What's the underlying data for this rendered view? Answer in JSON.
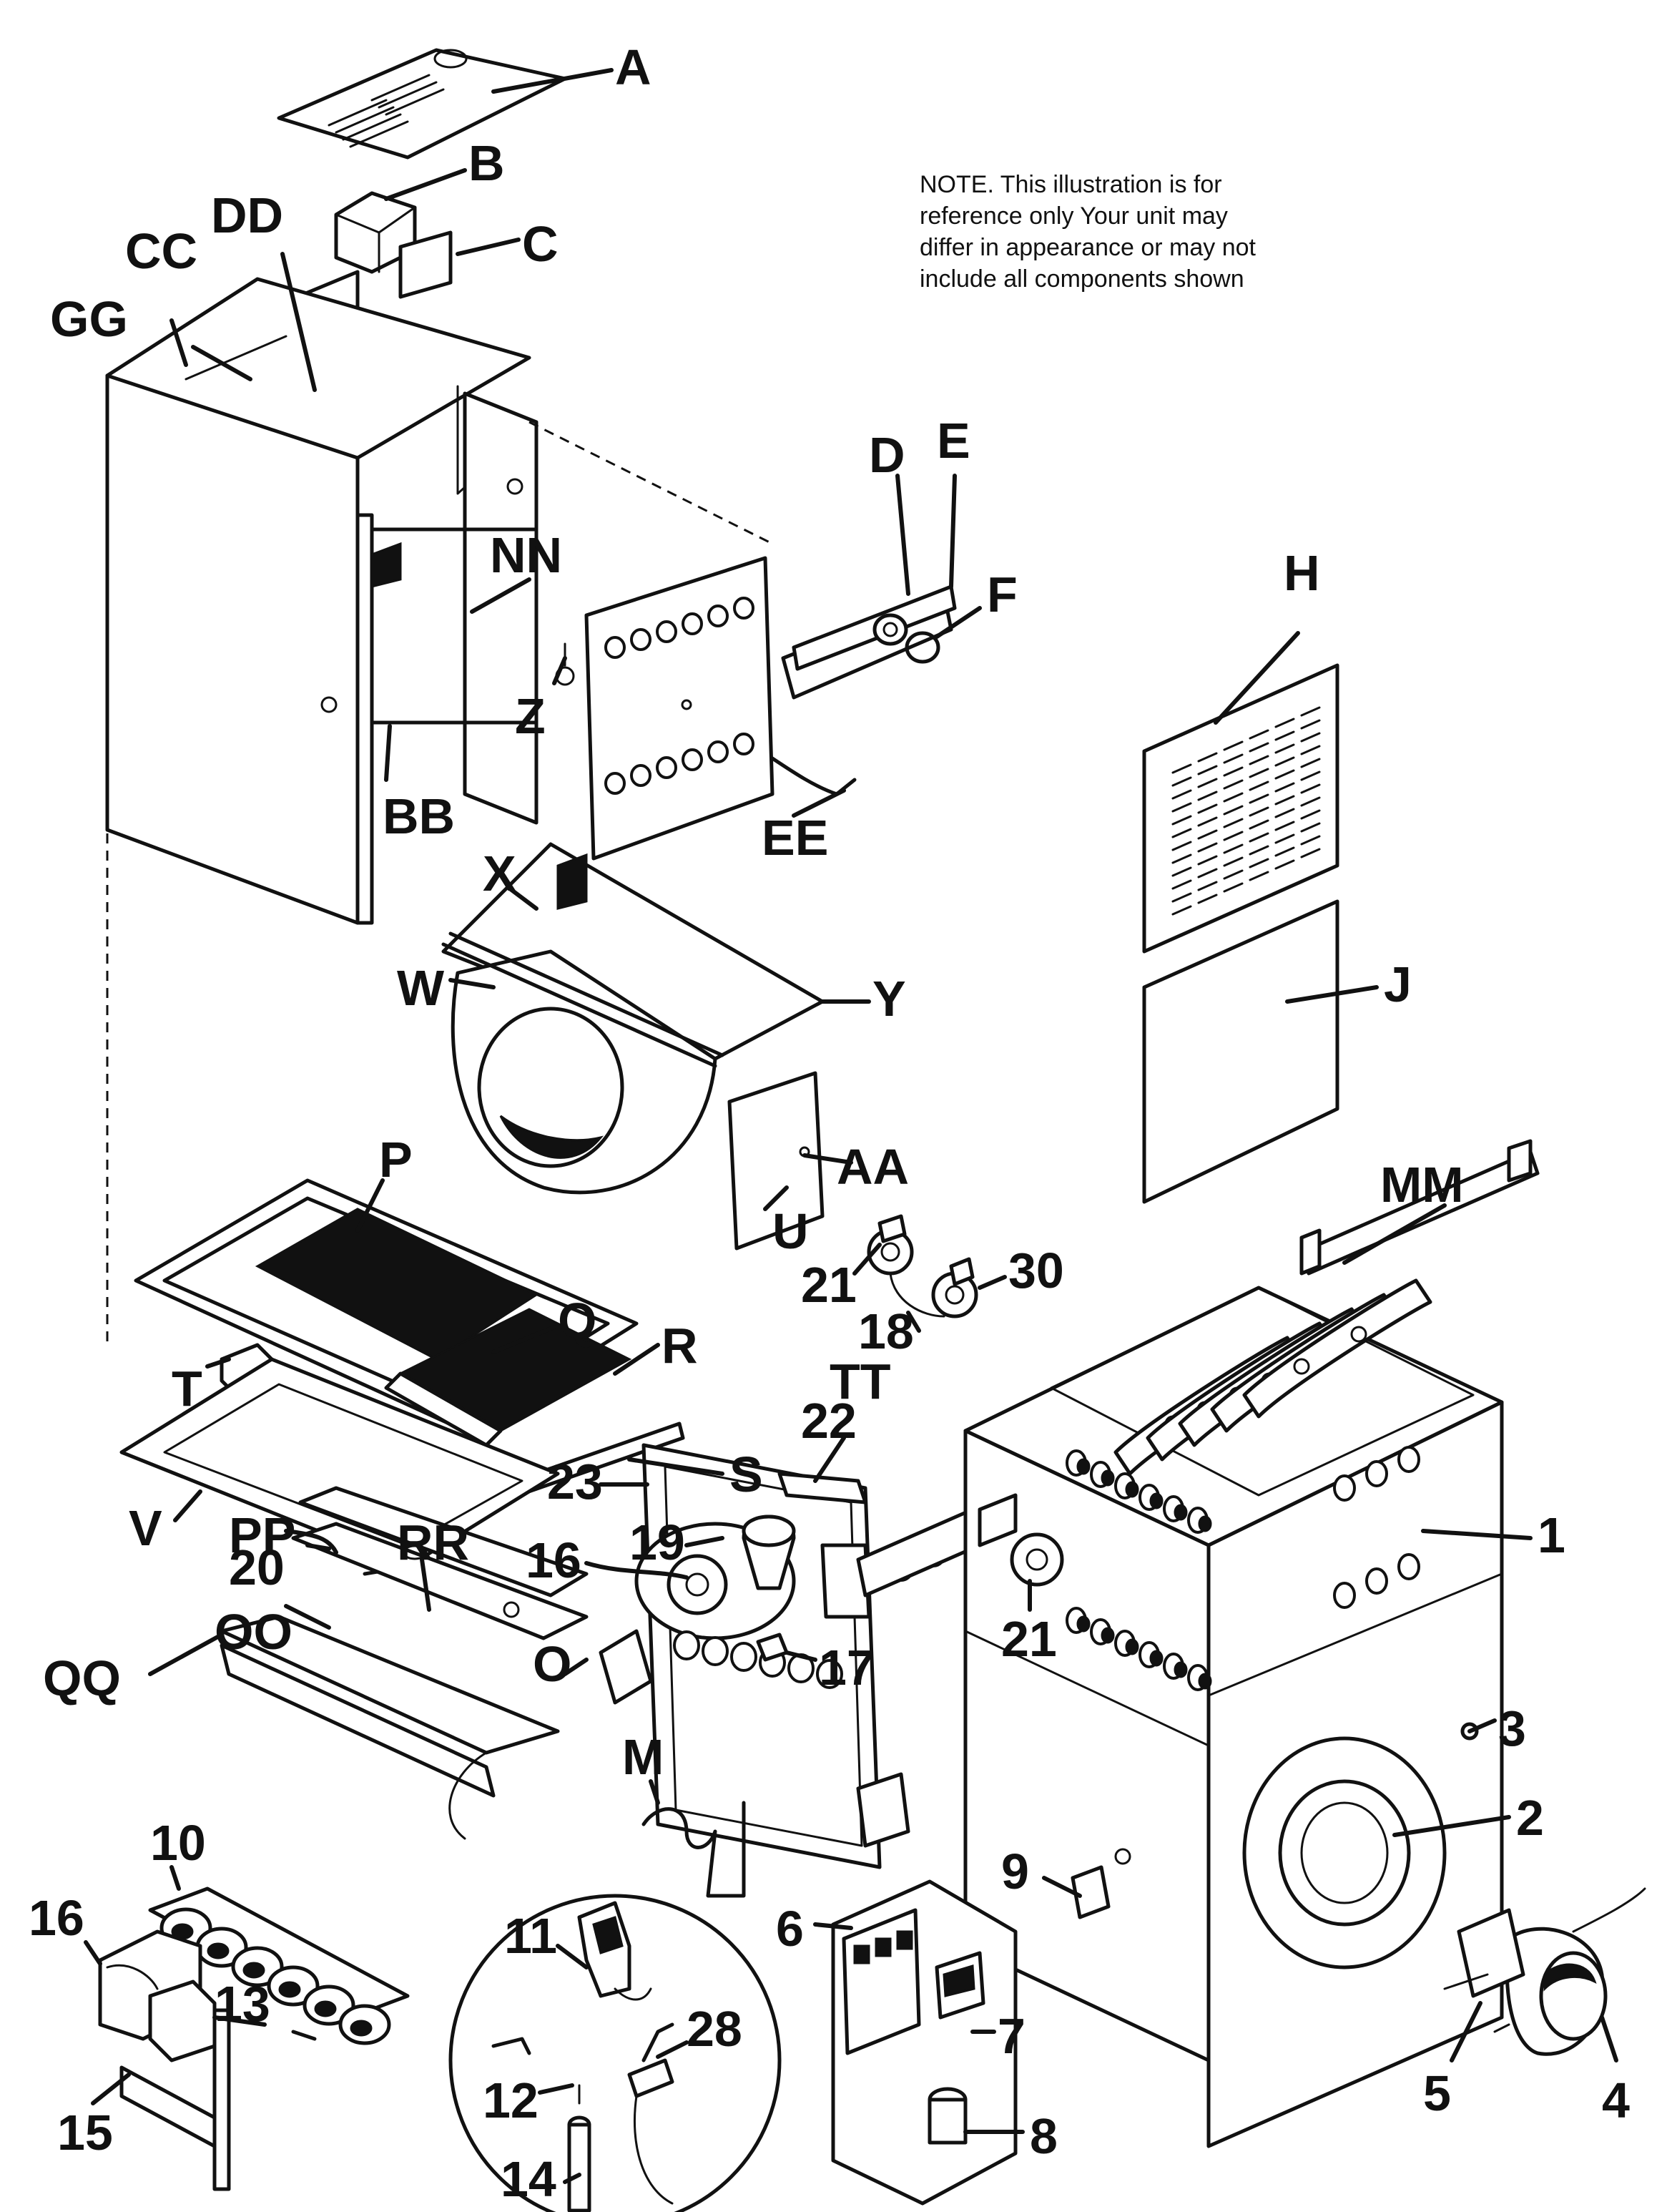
{
  "note": {
    "lines": [
      "NOTE.    This illustration is for",
      "reference only    Your unit may",
      "differ in appearance or may not",
      "include all components shown"
    ]
  },
  "labels": {
    "A": "A",
    "B": "B",
    "C": "C",
    "CC": "CC",
    "DD": "DD",
    "GG": "GG",
    "D": "D",
    "E": "E",
    "F": "F",
    "H": "H",
    "J": "J",
    "NN": "NN",
    "Z": "Z",
    "BB": "BB",
    "EE": "EE",
    "X": "X",
    "W": "W",
    "Y": "Y",
    "P": "P",
    "Q": "Q",
    "R": "R",
    "AA": "AA",
    "U": "U",
    "S": "S",
    "T": "T",
    "V": "V",
    "MM": "MM",
    "21a": "21",
    "30": "30",
    "18": "18",
    "TT": "TT",
    "22": "22",
    "23": "23",
    "19": "19",
    "16a": "16",
    "O": "O",
    "17": "17",
    "21b": "21",
    "1": "1",
    "PP": "PP",
    "20": "20",
    "RR": "RR",
    "OO": "OO",
    "QQ": "QQ",
    "3": "3",
    "2": "2",
    "M": "M",
    "9": "9",
    "10": "10",
    "16b": "16",
    "13": "13",
    "15": "15",
    "11": "11",
    "12": "12",
    "28": "28",
    "14": "14",
    "6": "6",
    "7": "7",
    "8": "8",
    "5": "5",
    "4": "4"
  }
}
